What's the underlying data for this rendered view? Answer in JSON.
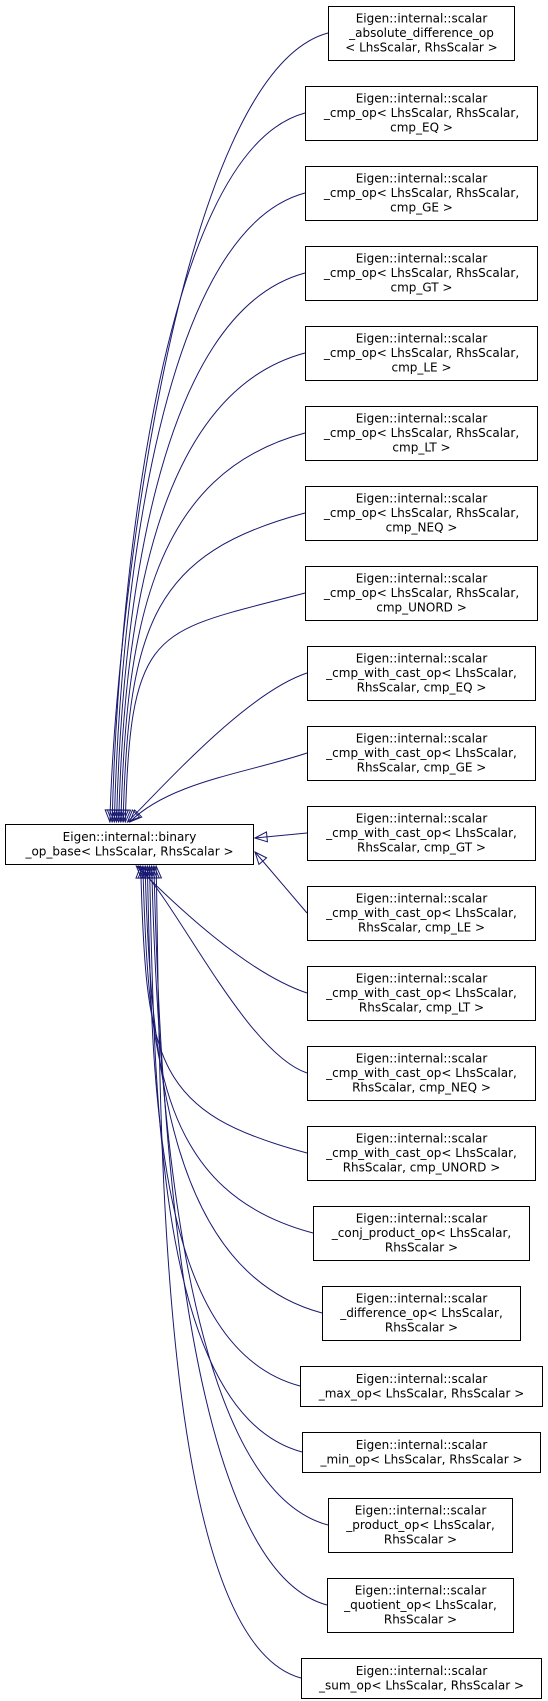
{
  "base": {
    "lines": [
      "Eigen::internal::binary",
      "_op_base< LhsScalar, RhsScalar >"
    ]
  },
  "derived": [
    {
      "lines": [
        "Eigen::internal::scalar",
        "_absolute_difference_op",
        "< LhsScalar, RhsScalar >"
      ]
    },
    {
      "lines": [
        "Eigen::internal::scalar",
        "_cmp_op< LhsScalar, RhsScalar,",
        "cmp_EQ >"
      ]
    },
    {
      "lines": [
        "Eigen::internal::scalar",
        "_cmp_op< LhsScalar, RhsScalar,",
        "cmp_GE >"
      ]
    },
    {
      "lines": [
        "Eigen::internal::scalar",
        "_cmp_op< LhsScalar, RhsScalar,",
        "cmp_GT >"
      ]
    },
    {
      "lines": [
        "Eigen::internal::scalar",
        "_cmp_op< LhsScalar, RhsScalar,",
        "cmp_LE >"
      ]
    },
    {
      "lines": [
        "Eigen::internal::scalar",
        "_cmp_op< LhsScalar, RhsScalar,",
        "cmp_LT >"
      ]
    },
    {
      "lines": [
        "Eigen::internal::scalar",
        "_cmp_op< LhsScalar, RhsScalar,",
        "cmp_NEQ >"
      ]
    },
    {
      "lines": [
        "Eigen::internal::scalar",
        "_cmp_op< LhsScalar, RhsScalar,",
        "cmp_UNORD >"
      ]
    },
    {
      "lines": [
        "Eigen::internal::scalar",
        "_cmp_with_cast_op< LhsScalar,",
        "RhsScalar, cmp_EQ >"
      ]
    },
    {
      "lines": [
        "Eigen::internal::scalar",
        "_cmp_with_cast_op< LhsScalar,",
        "RhsScalar, cmp_GE >"
      ]
    },
    {
      "lines": [
        "Eigen::internal::scalar",
        "_cmp_with_cast_op< LhsScalar,",
        "RhsScalar, cmp_GT >"
      ]
    },
    {
      "lines": [
        "Eigen::internal::scalar",
        "_cmp_with_cast_op< LhsScalar,",
        "RhsScalar, cmp_LE >"
      ]
    },
    {
      "lines": [
        "Eigen::internal::scalar",
        "_cmp_with_cast_op< LhsScalar,",
        "RhsScalar, cmp_LT >"
      ]
    },
    {
      "lines": [
        "Eigen::internal::scalar",
        "_cmp_with_cast_op< LhsScalar,",
        "RhsScalar, cmp_NEQ >"
      ]
    },
    {
      "lines": [
        "Eigen::internal::scalar",
        "_cmp_with_cast_op< LhsScalar,",
        "RhsScalar, cmp_UNORD >"
      ]
    },
    {
      "lines": [
        "Eigen::internal::scalar",
        "_conj_product_op< LhsScalar,",
        "RhsScalar >"
      ]
    },
    {
      "lines": [
        "Eigen::internal::scalar",
        "_difference_op< LhsScalar,",
        "RhsScalar >"
      ]
    },
    {
      "lines": [
        "Eigen::internal::scalar",
        "_max_op< LhsScalar, RhsScalar >"
      ]
    },
    {
      "lines": [
        "Eigen::internal::scalar",
        "_min_op< LhsScalar, RhsScalar >"
      ]
    },
    {
      "lines": [
        "Eigen::internal::scalar",
        "_product_op< LhsScalar,",
        "RhsScalar >"
      ]
    },
    {
      "lines": [
        "Eigen::internal::scalar",
        "_quotient_op< LhsScalar,",
        "RhsScalar >"
      ]
    },
    {
      "lines": [
        "Eigen::internal::scalar",
        "_sum_op< LhsScalar, RhsScalar >"
      ]
    }
  ],
  "colors": {
    "edge": "#191970",
    "border": "#000000",
    "fill": "#ffffff"
  }
}
